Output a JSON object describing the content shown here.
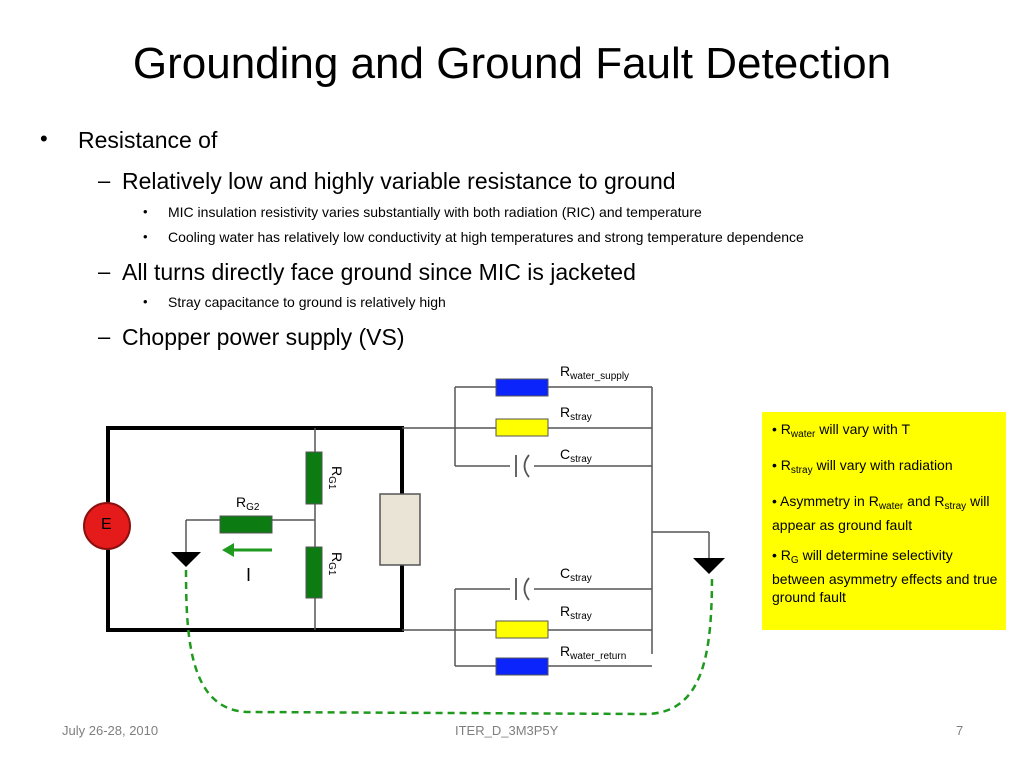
{
  "title": "Grounding and Ground Fault Detection",
  "bullets": {
    "b1": "Resistance of",
    "b1_1": "Relatively low and highly variable resistance to ground",
    "b1_1_1": "MIC insulation resistivity varies substantially with both radiation (RIC) and temperature",
    "b1_1_2": "Cooling water has relatively low conductivity at high temperatures and strong temperature dependence",
    "b1_2": "All turns directly face ground since MIC is jacketed",
    "b1_2_1": "Stray capacitance to ground is relatively high",
    "b1_3": "Chopper power supply (VS)"
  },
  "diagram": {
    "source_label": "E",
    "current_label": "I",
    "rg2": {
      "main": "R",
      "sub": "G2"
    },
    "rg1_top": {
      "main": "R",
      "sub": "G1"
    },
    "rg1_bottom": {
      "main": "R",
      "sub": "G1"
    },
    "r_water_supply": {
      "main": "R",
      "sub": "water_supply"
    },
    "r_stray_top": {
      "main": "R",
      "sub": "stray"
    },
    "c_stray_top": {
      "main": "C",
      "sub": "stray"
    },
    "c_stray_bottom": {
      "main": "C",
      "sub": "stray"
    },
    "r_stray_bottom": {
      "main": "R",
      "sub": "stray"
    },
    "r_water_return": {
      "main": "R",
      "sub": "water_return"
    },
    "colors": {
      "blue_resistor": "#0b24fb",
      "yellow_resistor": "#ffff00",
      "green_resistor": "#0c7c12",
      "source_red": "#e51a1a",
      "ground_path": "#1f9a1f",
      "load_box": "#eae4d6"
    }
  },
  "note": {
    "p1": {
      "a": "• R",
      "sub": "water",
      "b": " will vary with T"
    },
    "p2": {
      "a": "• R",
      "sub": "stray",
      "b": " will vary with radiation"
    },
    "p3": {
      "a": "• Asymmetry in R",
      "sub1": "water",
      "b": " and R",
      "sub2": "stray",
      "c": " will appear as ground fault"
    },
    "p4": {
      "a": "• R",
      "sub": "G",
      "b": " will determine selectivity between asymmetry effects and true ground fault"
    }
  },
  "footer": {
    "date": "July 26-28, 2010",
    "doc_id": "ITER_D_3M3P5Y",
    "page": "7"
  }
}
